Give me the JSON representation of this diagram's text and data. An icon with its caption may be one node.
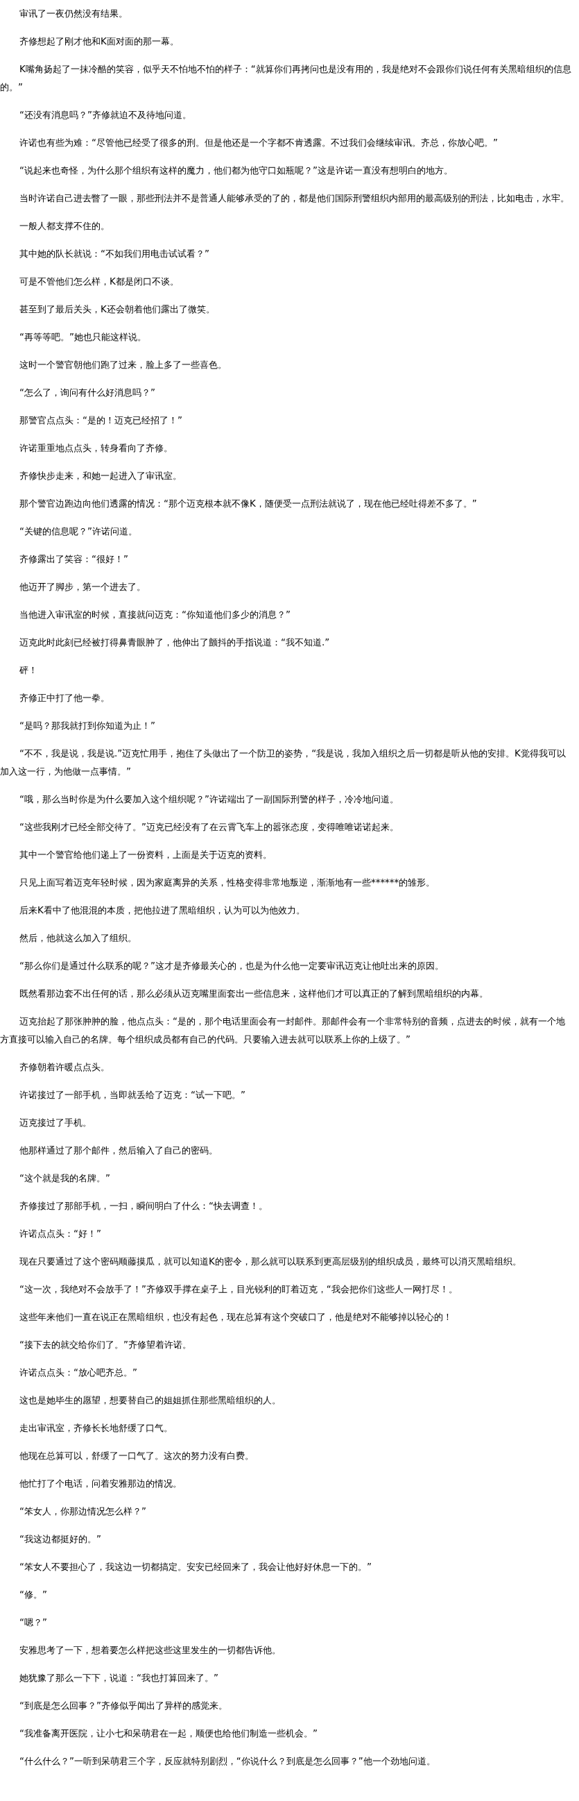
{
  "diagram": {
    "labels": [
      "审讯了一夜仍然没有结果。",
      "齐修想起了刚才他和K面对面的那一幕。",
      "K嘴角扬起了一抹冷酷的笑容，似乎天不怕地不怕的样子：“就算你们再拷问也是没有用的，我是绝对不会跟你们说任何有关黑暗组织的信息的。”",
      "“还没有消息吗？”齐修就迫不及待地问道。",
      "许诺也有些为难：“尽管他已经受了很多的刑。但是他还是一个字都不肯透露。不过我们会继续审讯。齐总，你放心吧。”",
      "“说起来也奇怪，为什么那个组织有这样的魔力，他们都为他守口如瓶呢？”这是许诺一直没有想明白的地方。",
      "当时许诺自己进去瞥了一眼，那些刑法并不是普通人能够承受的了的，都是他们国际刑警组织内部用的最高级别的刑法，比如电击，水牢。",
      "一般人都支撑不住的。",
      "其中她的队长就说：“不如我们用电击试试看？”",
      "可是不管他们怎么样，K都是闭口不谈。",
      "甚至到了最后关头，K还会朝着他们露出了微笑。",
      "“再等等吧。”她也只能这样说。",
      "这时一个警官朝他们跑了过来，脸上多了一些喜色。",
      "“怎么了，询问有什么好消息吗？”",
      "那警官点点头：“是的！迈克已经招了！”",
      "许诺重重地点点头，转身看向了齐修。",
      "齐修快步走来，和她一起进入了审讯室。",
      "那个警官边跑边向他们透露的情况：“那个迈克根本就不像K，随便受一点刑法就说了，现在他已经吐得差不多了。”",
      "“关键的信息呢？”许诺问道。",
      "齐修露出了笑容：“很好！”",
      "他迈开了脚步，第一个进去了。",
      "当他进入审讯室的时候，直接就问迈克：“你知道他们多少的消息？”",
      "迈克此时此刻已经被打得鼻青眼肿了，他伸出了颤抖的手指说道：“我不知道.”",
      "砰！",
      "齐修正中打了他一拳。",
      "“是吗？那我就打到你知道为止！”",
      "“不不，我是说，我是说.”迈克忙用手，抱住了头做出了一个防卫的姿势，“我是说，我加入组织之后一切都是听从他的安排。K觉得我可以加入这一行，为他做一点事情。”",
      "“哦，那么当时你是为什么要加入这个组织呢？”许诺端出了一副国际刑警的样子，冷冷地问道。",
      "“这些我刚才已经全部交待了。”迈克已经没有了在云霄飞车上的嚣张态度，变得唯唯诺诺起来。",
      "其中一个警官给他们递上了一份资料，上面是关于迈克的资料。",
      "只见上面写着迈克年轻时候，因为家庭离异的关系，性格变得非常地叛逆，渐渐地有一些******的雏形。",
      "后来K看中了他混混的本质，把他拉进了黑暗组织，认为可以为他效力。",
      "然后，他就这么加入了组织。",
      "“那么你们是通过什么联系的呢？”这才是齐修最关心的，也是为什么他一定要审讯迈克让他吐出来的原因。",
      "既然看那边套不出任何的话，那么必须从迈克嘴里面套出一些信息来，这样他们才可以真正的了解到黑暗组织的内幕。",
      "迈克抬起了那张肿肿的脸，他点点头：“是的，那个电话里面会有一封邮件。那邮件会有一个非常特别的音频，点进去的时候，就有一个地方直接可以输入自己的名牌。每个组织成员都有自己的代码。只要输入进去就可以联系上你的上级了。”",
      "齐修朝着许暖点点头。",
      "许诺接过了一部手机，当即就丢给了迈克：“试一下吧。”",
      "迈克接过了手机。",
      "他那样通过了那个邮件，然后输入了自己的密码。",
      "“这个就是我的名牌。”",
      "齐修接过了那部手机，一扫，瞬间明白了什么：“快去调查！。",
      "许诺点点头：“好！”",
      "现在只要通过了这个密码顺藤摸瓜，就可以知道K的密令，那么就可以联系到更高层级别的组织成员，最终可以消灭黑暗组织。",
      "“这一次，我绝对不会放手了！”齐修双手撑在桌子上，目光锐利的盯着迈克，“我会把你们这些人一网打尽！。",
      "这些年来他们一直在说正在黑暗组织，也没有起色，现在总算有这个突破口了，他是绝对不能够掉以轻心的！",
      "“接下去的就交给你们了。”齐修望着许诺。",
      "许诺点点头：“放心吧齐总。”",
      "这也是她毕生的愿望，想要替自己的姐姐抓住那些黑暗组织的人。",
      "走出审讯室，齐修长长地舒缓了口气。",
      "他现在总算可以，舒缓了一口气了。这次的努力没有白费。",
      "他忙打了个电话，问着安雅那边的情况。",
      "“笨女人，你那边情况怎么样？”",
      "“我这边都挺好的。”",
      "“笨女人不要担心了，我这边一切都搞定。安安已经回来了，我会让他好好休息一下的。”",
      "“修。”",
      "“嗯？”",
      "安雅思考了一下，想着要怎么样把这些这里发生的一切都告诉他。",
      "她犹豫了那么一下下，说道：“我也打算回来了。”",
      "“到底是怎么回事？”齐修似乎闻出了异样的感觉来。",
      "“我准备离开医院，让小七和呆萌君在一起，顺便也给他们制造一些机会。”",
      "“什么什么？”一听到呆萌君三个字，反应就特别剧烈，“你说什么？到底是怎么回事？”他一个劲地问道。"
    ]
  }
}
